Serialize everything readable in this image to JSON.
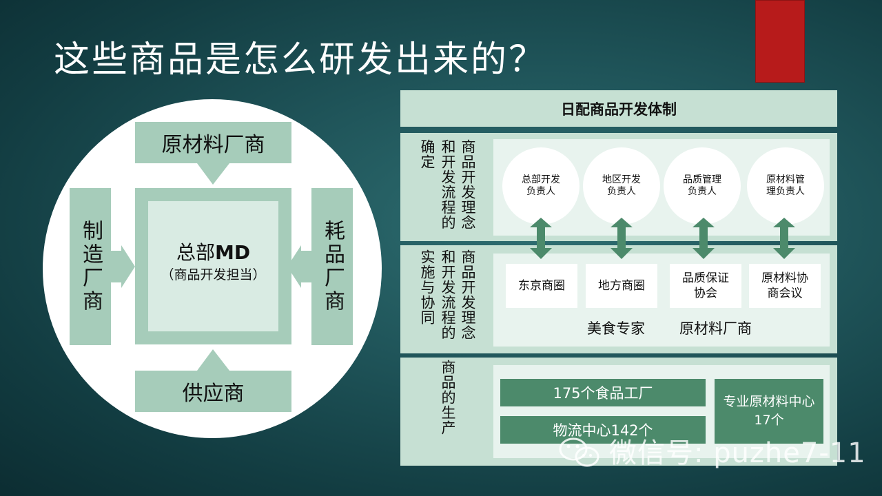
{
  "slide": {
    "title": "这些商品是怎么研发出来的？",
    "accent_color": "#b71b1b"
  },
  "left_diagram": {
    "top_box": "原材料厂商",
    "bottom_box": "供应商",
    "left_box": "制造厂商",
    "right_box": "耗品厂商",
    "center_title": "总部MD",
    "center_subtitle": "（商品开发担当）",
    "box_color": "#a6ccba"
  },
  "system_table": {
    "header": "日配商品开发体制",
    "row1": {
      "label_col1": "确定",
      "label_col2": "和开发流程的",
      "label_col3": "商品开发理念",
      "roles": [
        "总部开发\n负责人",
        "地区开发\n负责人",
        "品质管理\n负责人",
        "原材料管\n理负责人"
      ]
    },
    "row2": {
      "label_col1": "实施与协同",
      "label_col2": "和开发流程的",
      "label_col3": "商品开发理念",
      "venues": [
        "东京商圈",
        "地方商圈",
        "品质保证\n协会",
        "原材料协\n商会议"
      ],
      "caption_left": "美食专家",
      "caption_right": "原材料厂商"
    },
    "row3": {
      "label": "商品的生产",
      "factories": "175个食品工厂",
      "logistics": "物流中心142个",
      "materials_center": "专业原材料中心\n17个"
    },
    "arrow_color": "#4c8a6b"
  },
  "watermark": {
    "text": "微信号: puzhe7-11",
    "icon": "wechat-icon"
  }
}
